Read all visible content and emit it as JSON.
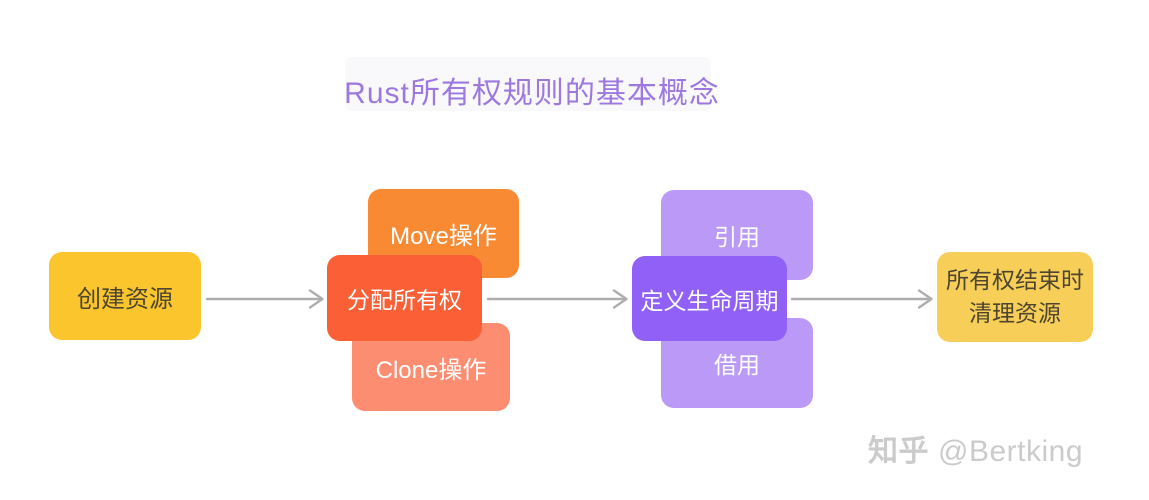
{
  "title": "Rust所有权规则的基本概念",
  "watermark": {
    "brand": "知乎",
    "handle": "@Bertking"
  },
  "colors": {
    "title_text": "#9C78DF",
    "arrow": "#AEAEAE",
    "node_create_bg": "#FBC52D",
    "node_move_bg": "#F78A33",
    "node_assign_bg": "#FA5F36",
    "node_clone_bg": "#FD8D70",
    "node_reference_bg": "#BA9AF6",
    "node_lifetime_bg": "#9161F7",
    "node_borrow_bg": "#BA9AF6",
    "node_cleanup_bg": "#F7CF58",
    "yellow_node_text": "#4D452F",
    "colored_node_text": "#FFFFFF",
    "watermark_text": "#CBCBCB"
  },
  "nodes": {
    "create": {
      "label": "创建资源"
    },
    "move": {
      "label": "Move操作"
    },
    "assign": {
      "label": "分配所有权"
    },
    "clone": {
      "label": "Clone操作"
    },
    "reference": {
      "label": "引用"
    },
    "lifetime": {
      "label": "定义生命周期"
    },
    "borrow": {
      "label": "借用"
    },
    "cleanup": {
      "line1": "所有权结束时",
      "line2": "清理资源"
    }
  }
}
